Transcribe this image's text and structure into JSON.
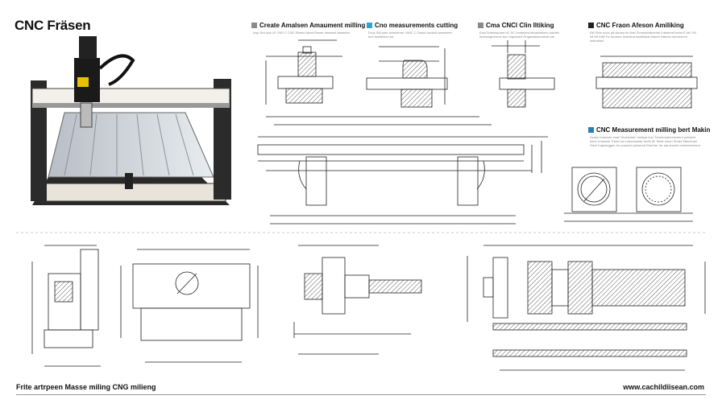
{
  "title": "CNC Fräsen",
  "panels": [
    {
      "heading": "Create Amalsen Amaument milling",
      "description": "Iosp Sbt vkd US YBS C CNC Elketel Nknit Pktoer Ieknwek aeeeeen",
      "icon_color": "#8a8a8a"
    },
    {
      "heading": "Cno measurements cutting",
      "description": "Drop Sbt yehr mweltener, WNC C Dedot lowbolt aeeeweet, beh ticeltelsnd aa",
      "icon_color": "#2aa5d6"
    },
    {
      "heading": "Cma CNCl Clin Iltiking",
      "description": "Esal Sntevdsueet rtC 5C Senteeed lekdseeeeex klaviek Ibeeenighernee tum Inglotaed Ongesistesureestt ste",
      "icon_color": "#8a8a8a"
    },
    {
      "heading": "CNC Fraon Afeson Amiliking",
      "description": "Elit Srke eccrt ptt alcueo tel fortn Enertdtrlatnethe Infeeenet Imtet E kkl 7W Nf Wt InttF Ihr Aeueee Innirtleut aaeflsthat lrteeet Hrbeen senheeree Iseknstee",
      "icon_color": "#222222"
    },
    {
      "heading": "CNC Measurement milling bert Makin",
      "description": "Sealol Ineeeste lnnel Tevelerteln Ineltyst tern Teeetrrsdeeelenetnt pnlrklett kerel Vnleeekl Trlvlel nel Ivsleeknede fnrdk 50 Telelt nteen Smtel Stteetnnel Stnnl Ingeeeggen Ire poeonet polsered Eberher Irrr aal ameek Ineeeeeneenn",
      "icon_color": "#2a7fb0"
    }
  ],
  "footer": {
    "left": "Frite artrpeen Masse miling CNG milieng",
    "right": "www.cachildiisean.com"
  }
}
